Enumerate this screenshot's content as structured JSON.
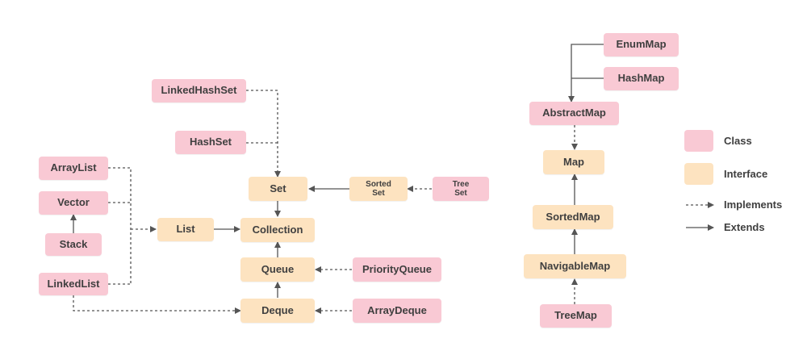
{
  "nodes": {
    "linkedhashset": "LinkedHashSet",
    "hashset": "HashSet",
    "arraylist": "ArrayList",
    "vector": "Vector",
    "stack": "Stack",
    "linkedlist": "LinkedList",
    "list": "List",
    "set": "Set",
    "collection": "Collection",
    "queue": "Queue",
    "deque": "Deque",
    "sortedset": "Sorted\nSet",
    "treeset": "Tree\nSet",
    "priorityqueue": "PriorityQueue",
    "arraydeque": "ArrayDeque",
    "enummap": "EnumMap",
    "hashmap": "HashMap",
    "abstractmap": "AbstractMap",
    "map": "Map",
    "sortedmap": "SortedMap",
    "navigablemap": "NavigableMap",
    "treemap": "TreeMap"
  },
  "legend": {
    "class": "Class",
    "interface": "Interface",
    "implements": "Implements",
    "extends": "Extends"
  },
  "colors": {
    "class": "#f9c9d4",
    "interface": "#fde3c0",
    "line": "#555555"
  }
}
